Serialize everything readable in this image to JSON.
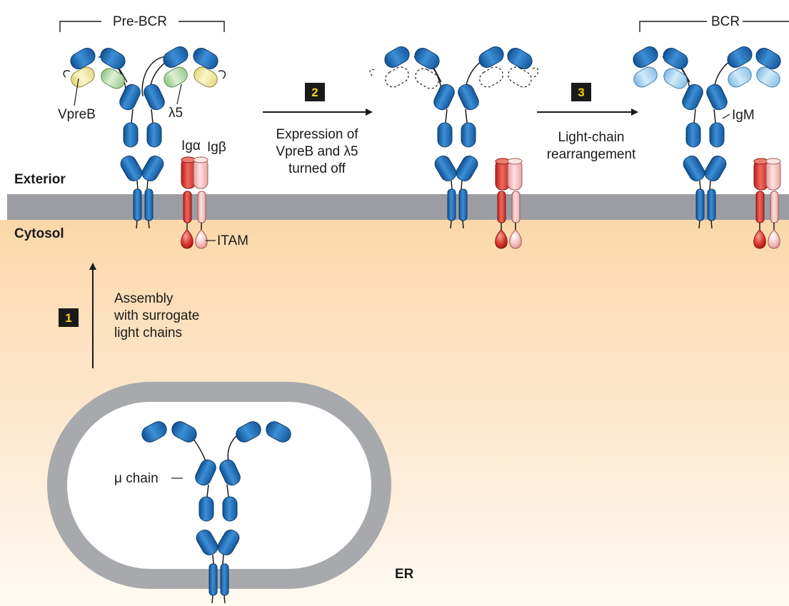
{
  "labels": {
    "pre_bcr": "Pre-BCR",
    "bcr": "BCR",
    "vpreb": "VpreB",
    "lambda5": "λ5",
    "igalpha": "Igα",
    "igbeta": "Igβ",
    "exterior": "Exterior",
    "cytosol": "Cytosol",
    "itam": "ITAM",
    "igm": "IgM",
    "mu_chain": "μ chain",
    "er": "ER"
  },
  "steps": [
    {
      "number": "1",
      "lines": [
        "Assembly",
        "with surrogate",
        "light chains"
      ]
    },
    {
      "number": "2",
      "lines": [
        "Expression of",
        "VpreB and λ5",
        "turned off"
      ]
    },
    {
      "number": "3",
      "lines": [
        "Light-chain",
        "rearrangement"
      ]
    }
  ],
  "colors": {
    "heavy_chain": "#1f6fb8",
    "light_chain": "#a9d3ee",
    "vpreb": "#f3ecaa",
    "lambda5": "#bfe0b0",
    "ig_alpha": "#d9312f",
    "ig_beta": "#f1b7b7",
    "membrane": "#9b9da3",
    "cytosol_top": "#fbd7a8",
    "er_membrane": "#a7a9ac",
    "step_box": "#1a1a1a",
    "step_number": "#f2d21c"
  }
}
